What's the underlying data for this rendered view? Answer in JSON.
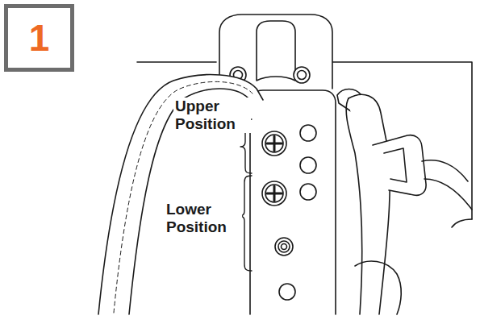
{
  "diagram": {
    "nodes": [
      {
        "text": [
          "1"
        ]
      }
    ],
    "labels": [
      "Upper Position",
      "Lower Position"
    ]
  }
}
